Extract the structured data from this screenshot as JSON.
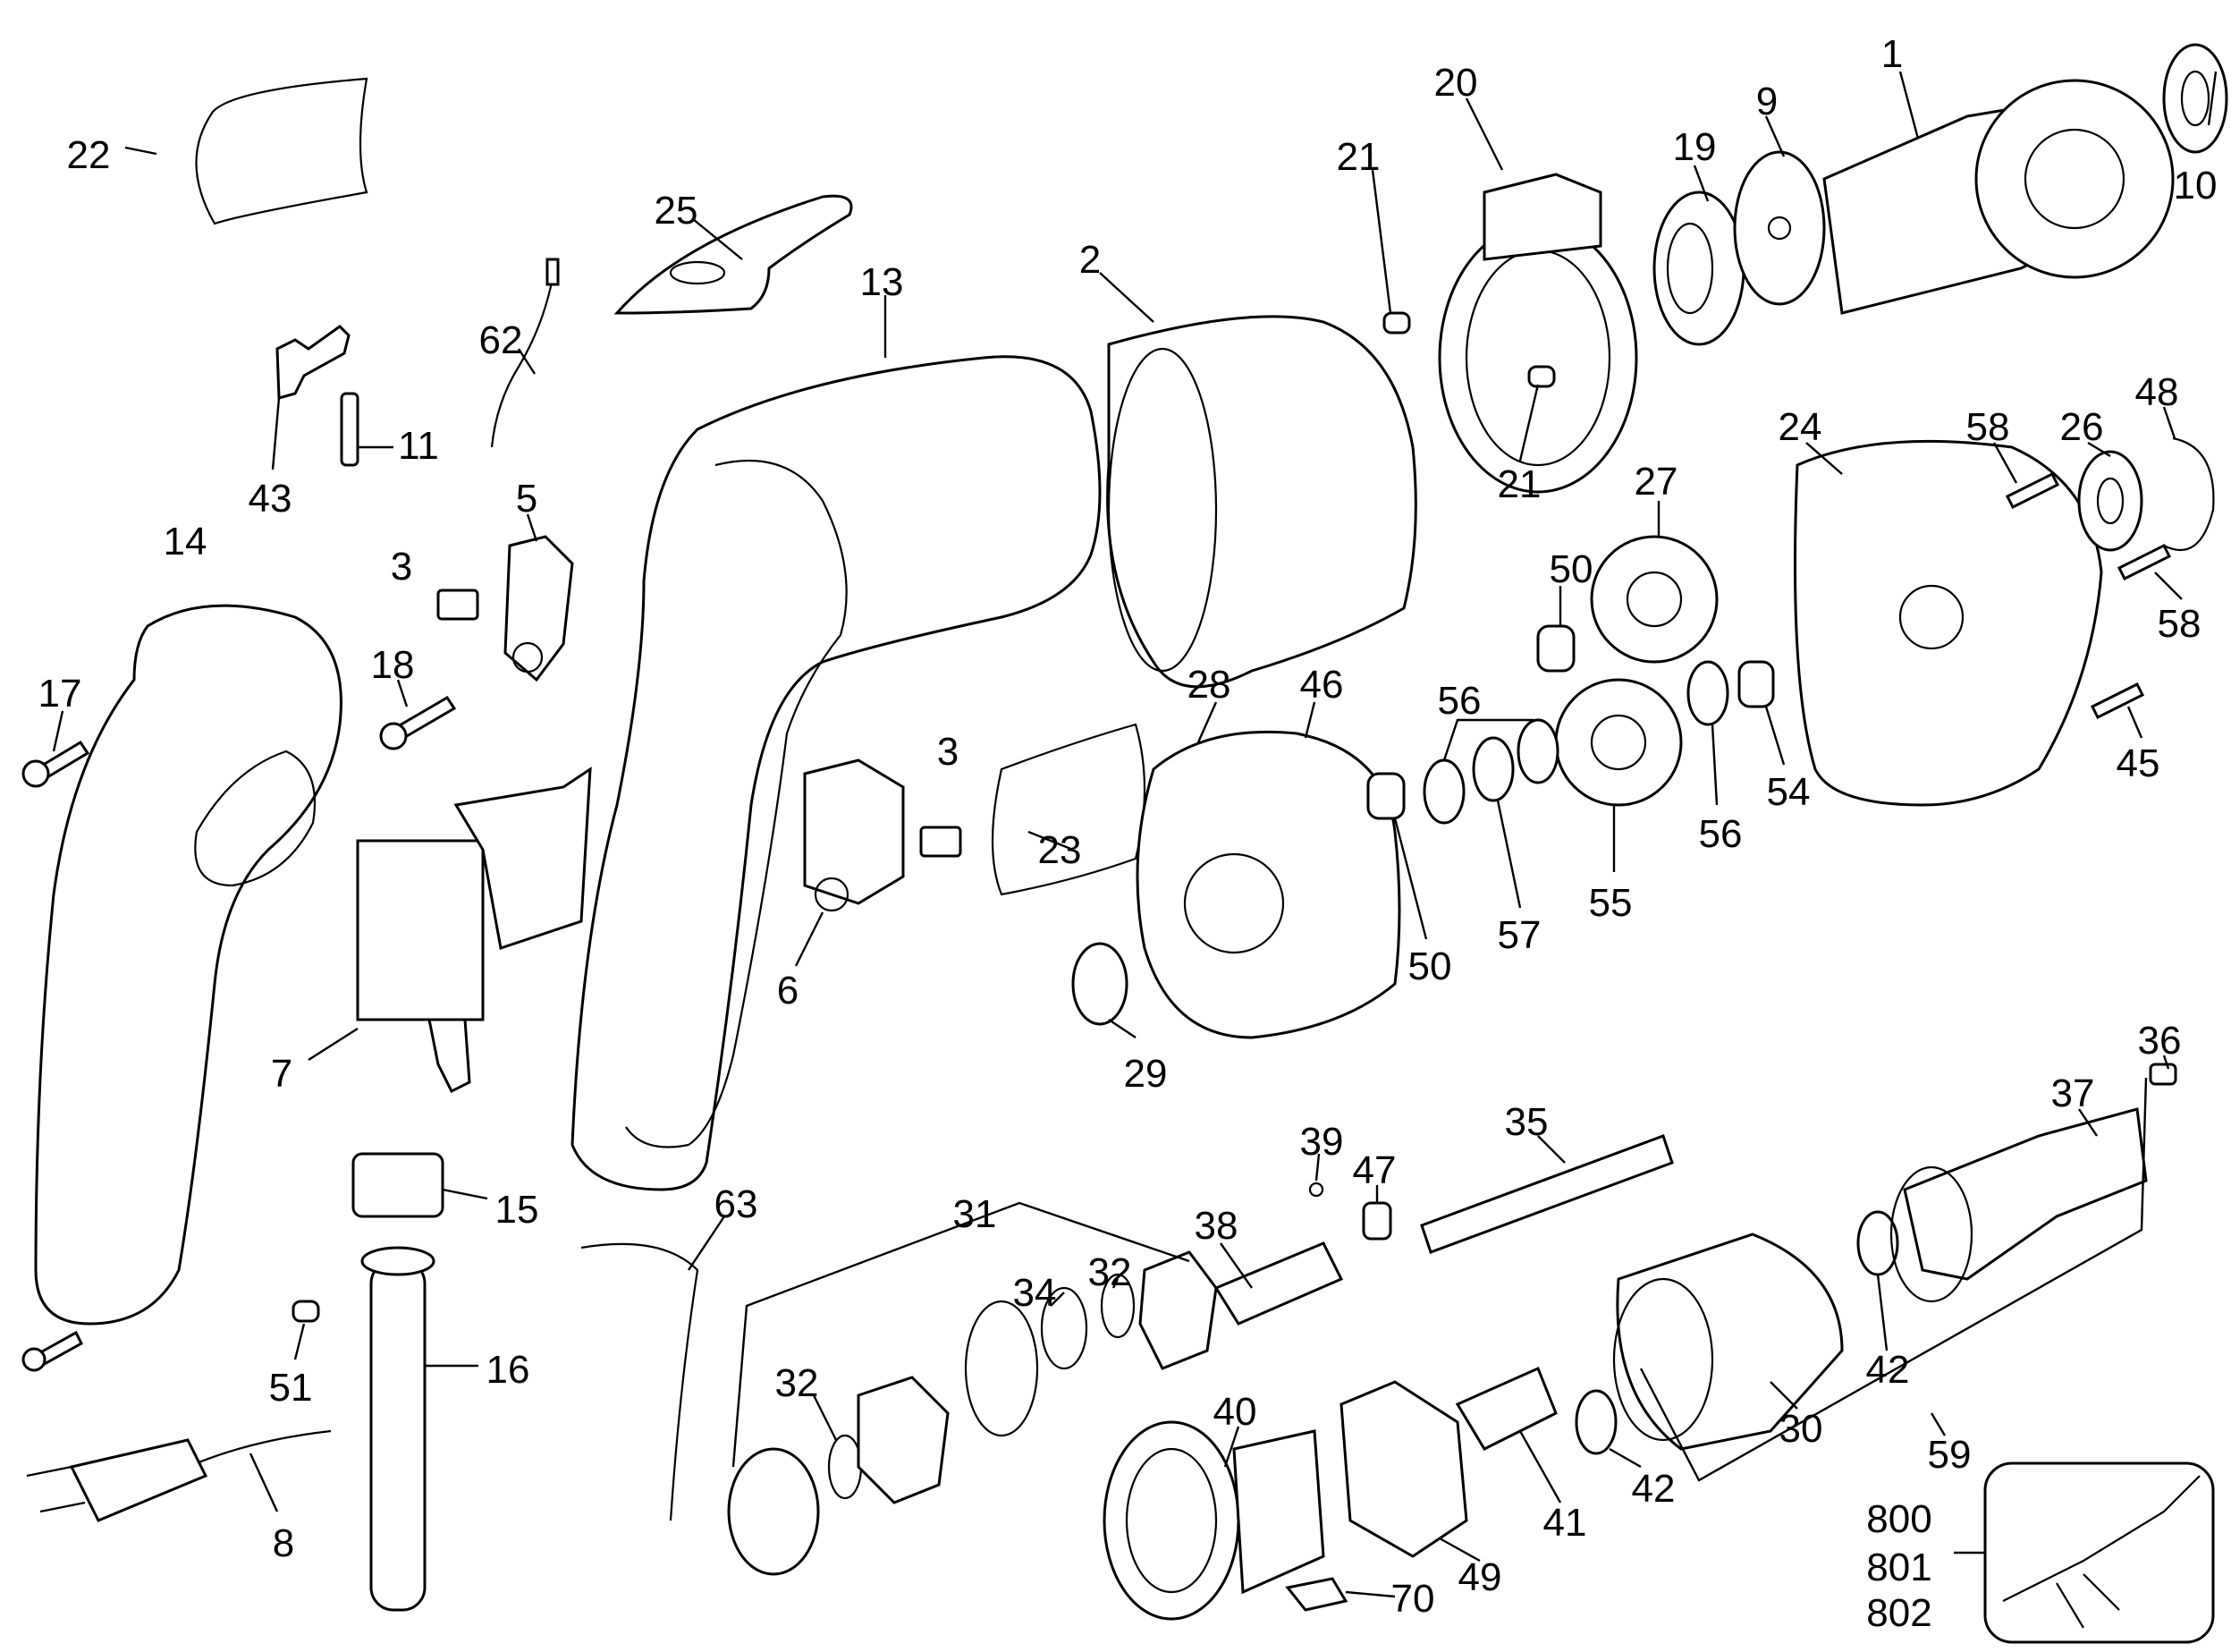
{
  "diagram": {
    "title": "Exploded parts diagram - electric screwdriver",
    "ink_color": "#000000",
    "background_color": "#ffffff",
    "part_labels": [
      {
        "id": "p22",
        "text": "22",
        "part": "nameplate-label"
      },
      {
        "id": "p25",
        "text": "25",
        "part": "housing-cap"
      },
      {
        "id": "p62",
        "text": "62",
        "part": "lead-wire"
      },
      {
        "id": "p13",
        "text": "13",
        "part": "motor-housing"
      },
      {
        "id": "p2",
        "text": "2",
        "part": "field"
      },
      {
        "id": "p21a",
        "text": "21",
        "part": "pin"
      },
      {
        "id": "p21b",
        "text": "21",
        "part": "pin"
      },
      {
        "id": "p20",
        "text": "20",
        "part": "brush-holder-plate"
      },
      {
        "id": "p19",
        "text": "19",
        "part": "bearing-retainer"
      },
      {
        "id": "p9",
        "text": "9",
        "part": "bearing"
      },
      {
        "id": "p1",
        "text": "1",
        "part": "armature"
      },
      {
        "id": "p10",
        "text": "10",
        "part": "bearing"
      },
      {
        "id": "p43",
        "text": "43",
        "part": "clip"
      },
      {
        "id": "p11",
        "text": "11",
        "part": "terminal"
      },
      {
        "id": "p5",
        "text": "5",
        "part": "brush-holder"
      },
      {
        "id": "p14",
        "text": "14",
        "part": "handle"
      },
      {
        "id": "p3a",
        "text": "3",
        "part": "brush"
      },
      {
        "id": "p18",
        "text": "18",
        "part": "screw"
      },
      {
        "id": "p17",
        "text": "17",
        "part": "screw"
      },
      {
        "id": "p7",
        "text": "7",
        "part": "switch"
      },
      {
        "id": "p3b",
        "text": "3",
        "part": "brush"
      },
      {
        "id": "p23",
        "text": "23",
        "part": "label"
      },
      {
        "id": "p6",
        "text": "6",
        "part": "brush-holder"
      },
      {
        "id": "p28",
        "text": "28",
        "part": "gear-case-plate"
      },
      {
        "id": "p46",
        "text": "46",
        "part": "baffle"
      },
      {
        "id": "p29",
        "text": "29",
        "part": "washer"
      },
      {
        "id": "p50a",
        "text": "50",
        "part": "bearing"
      },
      {
        "id": "p27",
        "text": "27",
        "part": "gear"
      },
      {
        "id": "p56a",
        "text": "56",
        "part": "washer"
      },
      {
        "id": "p50b",
        "text": "50",
        "part": "bearing"
      },
      {
        "id": "p57",
        "text": "57",
        "part": "thrust-washer"
      },
      {
        "id": "p55",
        "text": "55",
        "part": "gear"
      },
      {
        "id": "p56b",
        "text": "56",
        "part": "washer"
      },
      {
        "id": "p54",
        "text": "54",
        "part": "needle-bearing"
      },
      {
        "id": "p24",
        "text": "24",
        "part": "gear-case"
      },
      {
        "id": "p58a",
        "text": "58",
        "part": "screw"
      },
      {
        "id": "p26",
        "text": "26",
        "part": "bearing"
      },
      {
        "id": "p48",
        "text": "48",
        "part": "retaining-ring"
      },
      {
        "id": "p58b",
        "text": "58",
        "part": "screw"
      },
      {
        "id": "p45",
        "text": "45",
        "part": "screw"
      },
      {
        "id": "p15",
        "text": "15",
        "part": "cord-clamp"
      },
      {
        "id": "p16",
        "text": "16",
        "part": "cord-protector"
      },
      {
        "id": "p51",
        "text": "51",
        "part": "spring"
      },
      {
        "id": "p8",
        "text": "8",
        "part": "cord"
      },
      {
        "id": "p63",
        "text": "63",
        "part": "belt-clip"
      },
      {
        "id": "p31",
        "text": "31",
        "part": "clutch-assembly"
      },
      {
        "id": "p34",
        "text": "34",
        "part": "spring"
      },
      {
        "id": "p32a",
        "text": "32",
        "part": "o-ring"
      },
      {
        "id": "p32b",
        "text": "32",
        "part": "o-ring"
      },
      {
        "id": "p38",
        "text": "38",
        "part": "spindle"
      },
      {
        "id": "p39",
        "text": "39",
        "part": "ball"
      },
      {
        "id": "p47",
        "text": "47",
        "part": "clutch-jaw"
      },
      {
        "id": "p35",
        "text": "35",
        "part": "spindle-shaft"
      },
      {
        "id": "p40",
        "text": "40",
        "part": "depth-locator"
      },
      {
        "id": "p41",
        "text": "41",
        "part": "sleeve"
      },
      {
        "id": "p49",
        "text": "49",
        "part": "collar"
      },
      {
        "id": "p70",
        "text": "70",
        "part": "key"
      },
      {
        "id": "p42a",
        "text": "42",
        "part": "ring"
      },
      {
        "id": "p30",
        "text": "30",
        "part": "nose-cone"
      },
      {
        "id": "p59",
        "text": "59",
        "part": "nosepiece-assembly"
      },
      {
        "id": "p42b",
        "text": "42",
        "part": "ring"
      },
      {
        "id": "p37",
        "text": "37",
        "part": "nosepiece"
      },
      {
        "id": "p36",
        "text": "36",
        "part": "bit"
      }
    ],
    "inset": {
      "labels": [
        "800",
        "801",
        "802"
      ],
      "part": "accessory-attachment"
    }
  }
}
